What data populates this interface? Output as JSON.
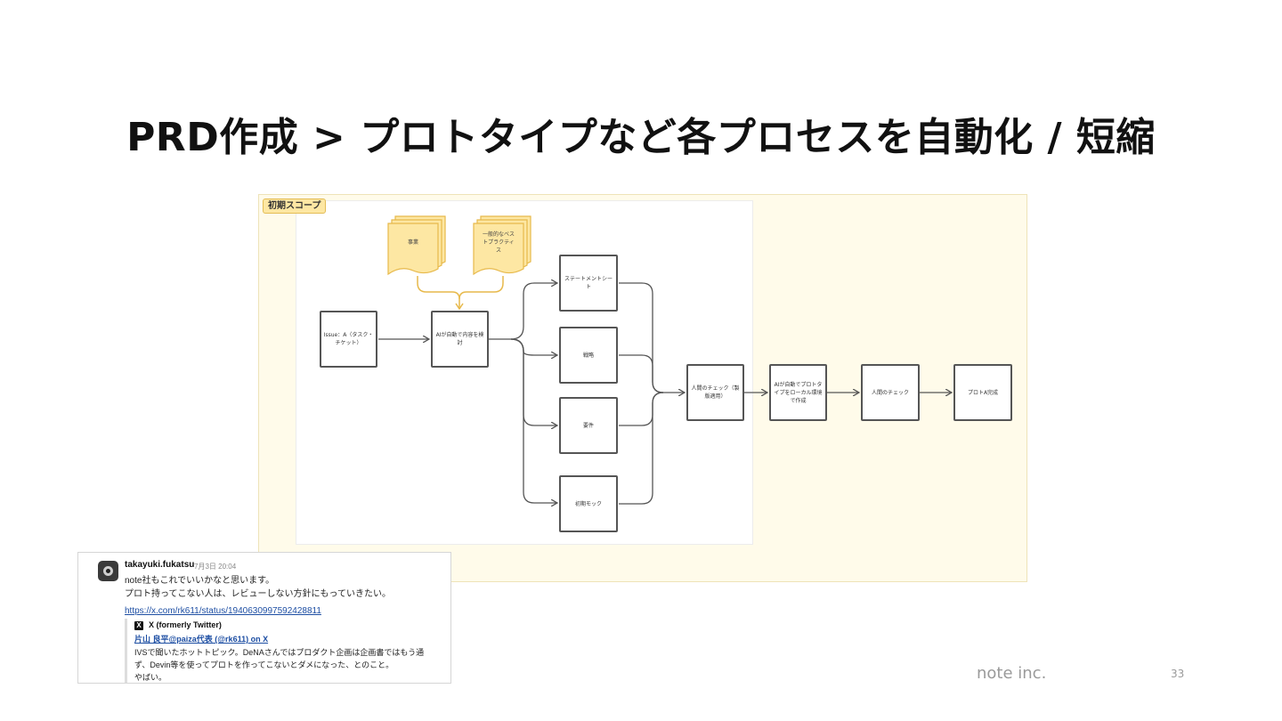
{
  "slide": {
    "title": "PRD作成 > プロトタイプなど各プロセスを自動化 / 短縮",
    "footer_brand": "note inc.",
    "page_number": "33"
  },
  "diagram": {
    "scope_label": "初期スコープ",
    "inputs": [
      "事業",
      "一般的なベストプラクティス"
    ],
    "nodes": {
      "issue": "Issue：A（タスク・チケット）",
      "ai_review": "AIが自動で内容を検討",
      "statement": "ステートメントシート",
      "strategy": "戦略",
      "requirements": "要件",
      "mock": "初期モック",
      "human_check": "人間のチェック（製版適用）",
      "ai_prototype": "AIが自動でプロトタイプをローカル環境で作成",
      "human_check2": "人間のチェック",
      "done": "プロトA完成"
    },
    "colors": {
      "frame_bg": "#fffbea",
      "doc_fill": "#fde7a3",
      "doc_stroke": "#e7b94b",
      "node_stroke": "#555555"
    }
  },
  "slack": {
    "user": "takayuki.fukatsu",
    "time": "7月3日 20:04",
    "lines": [
      "note社もこれでいいかなと思います。",
      "プロト持ってこない人は、レビューしない方針にもっていきたい。"
    ],
    "link": "https://x.com/rk611/status/1940630997592428811",
    "unfurl": {
      "site": "X (formerly Twitter)",
      "title": "片山 良平@paiza代表 (@rk611) on X",
      "text": [
        "IVSで聞いたホットトピック。DeNAさんではプロダクト企画は企画書ではもう通",
        "ず、Devin等を使ってプロトを作ってこないとダメになった、とのこと。",
        "やばい。"
      ]
    }
  }
}
